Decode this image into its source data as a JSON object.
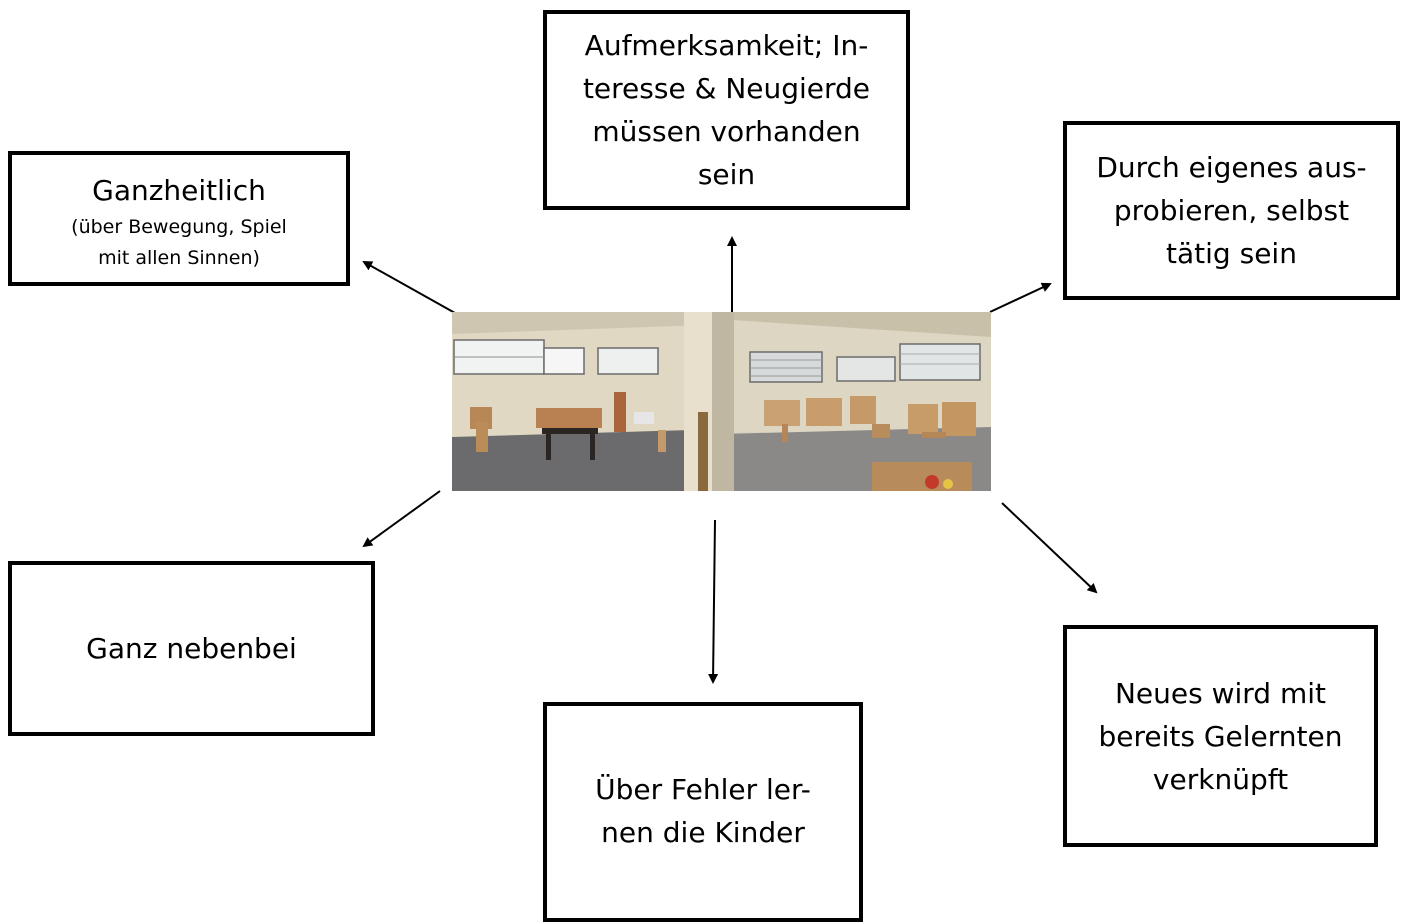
{
  "nodes": {
    "top": {
      "lines": [
        "Aufmerksamkeit; In-",
        "teresse & Neugierde",
        "müssen vorhanden",
        "sein"
      ]
    },
    "ganzheitlich": {
      "title": "Ganzheitlich",
      "sub_lines": [
        "(über Bewegung, Spiel",
        "mit allen Sinnen)"
      ]
    },
    "durch": {
      "lines": [
        "Durch eigenes aus-",
        "probieren, selbst",
        "tätig sein"
      ]
    },
    "nebenbei": {
      "lines": [
        "Ganz nebenbei"
      ]
    },
    "fehler": {
      "lines": [
        "Über Fehler ler-",
        "nen die Kinder"
      ]
    },
    "neues": {
      "lines": [
        "Neues wird mit",
        "bereits Gelernten",
        "verknüpft"
      ]
    }
  },
  "center_image": {
    "description_icon": "classroom-panorama-photo"
  }
}
